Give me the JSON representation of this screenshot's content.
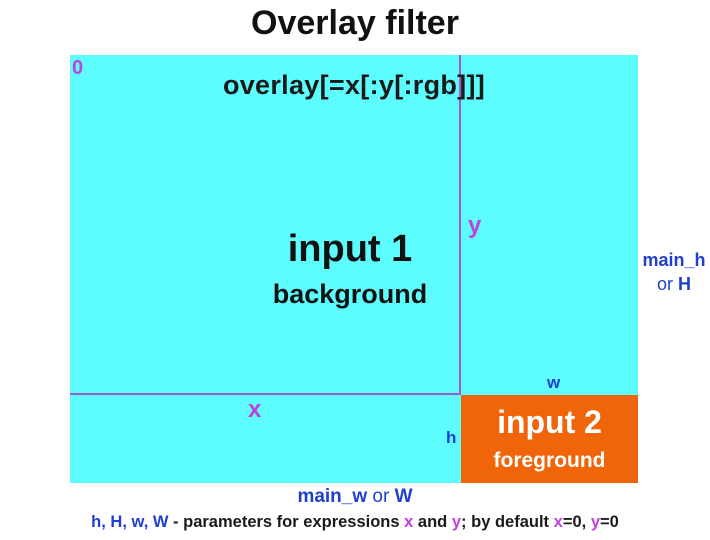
{
  "title": "Overlay filter",
  "origin_label": "0",
  "syntax": "overlay[=x[:y[:rgb]]]",
  "input1": {
    "title": "input 1",
    "subtitle": "background"
  },
  "input2": {
    "title": "input 2",
    "subtitle": "foreground"
  },
  "labels": {
    "x": "x",
    "y": "y",
    "w": "w",
    "h": "h"
  },
  "main_h": {
    "name": "main_h",
    "or": "or",
    "alias": "H"
  },
  "main_w": {
    "name": "main_w",
    "or": "or",
    "alias": "W"
  },
  "footer": {
    "params": "h, H, w, W",
    "text1": " - parameters for expressions ",
    "x": "x",
    "and": " and ",
    "y": "y",
    "text2": "; by default ",
    "x2": "x",
    "eq1": "=0, ",
    "y2": "y",
    "eq2": "=0"
  },
  "colors": {
    "background_input": "#5dfdff",
    "foreground_input": "#f1650a",
    "guide_lines": "#a05ac8",
    "coordinate_labels": "#c040e0",
    "dimension_labels": "#1f3fd0"
  }
}
